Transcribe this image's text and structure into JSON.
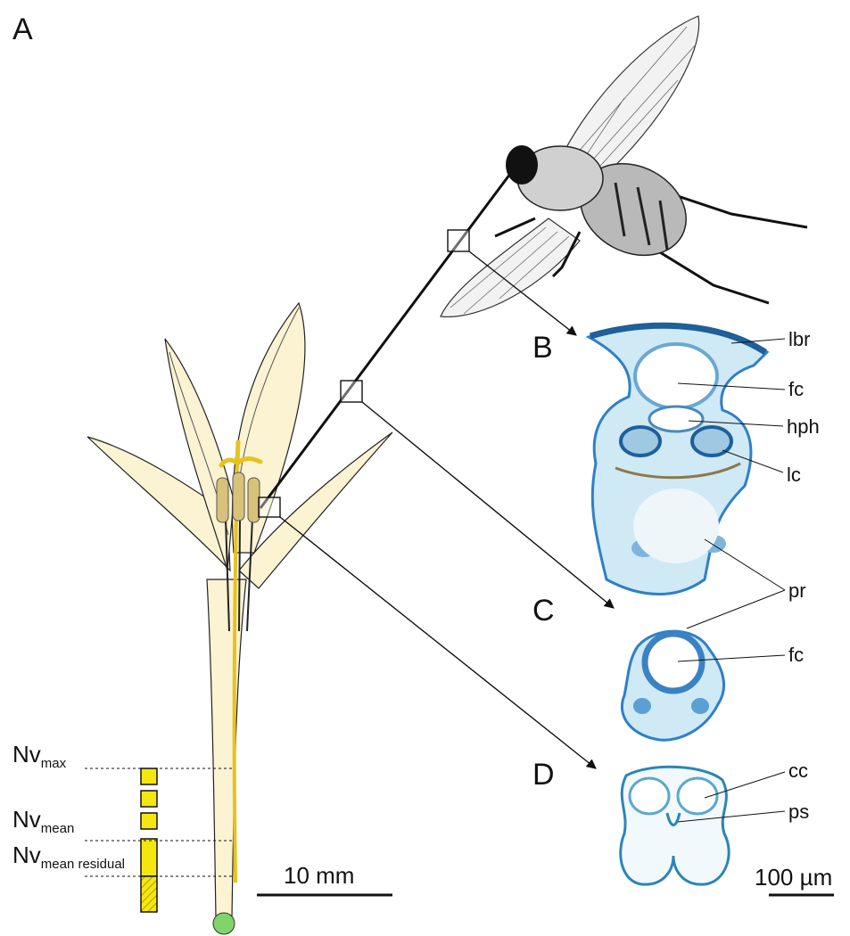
{
  "panels": {
    "a": "A",
    "b": "B",
    "c": "C",
    "d": "D"
  },
  "labels": {
    "lbr": "lbr",
    "fc_b": "fc",
    "hph": "hph",
    "lc": "lc",
    "pr": "pr",
    "fc_c": "fc",
    "cc": "cc",
    "ps": "ps"
  },
  "nectar": {
    "nv": "Nv",
    "max_sub": "max",
    "mean_sub": "mean",
    "residual_sub": "mean residual"
  },
  "scales": {
    "flower": "10 mm",
    "micro": "100 µm"
  },
  "colors": {
    "petal": "#fbf3d2",
    "anther": "#d8c27a",
    "style": "#e8c21f",
    "nectar_bar": "#f5e60f",
    "ovary": "#7fd46a",
    "stain_dark": "#2f7fc8",
    "stain_light": "#bfe2f2"
  }
}
